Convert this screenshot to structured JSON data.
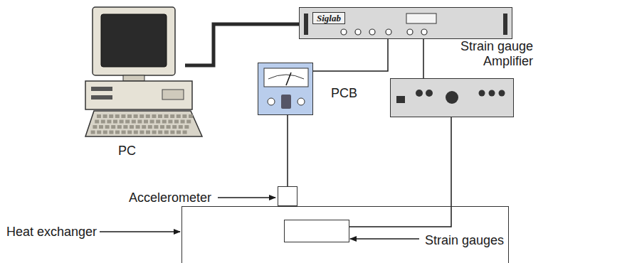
{
  "diagram": {
    "nodes": [
      {
        "text": [
          "PC"
        ]
      },
      {
        "text": [
          "Siglab"
        ]
      },
      {
        "text": [
          "PCB"
        ]
      },
      {
        "text": [
          "Strain gauge Amplifier"
        ]
      },
      {
        "text": [
          "Accelerometer"
        ]
      },
      {
        "text": [
          "Heat exchanger"
        ]
      },
      {
        "text": [
          "Strain gauges"
        ],
        "in": 5
      }
    ],
    "edges": [
      {
        "from": 0,
        "to": 1,
        "arrow": "none"
      },
      {
        "from": 1,
        "to": 2,
        "arrow": "none"
      },
      {
        "from": 1,
        "to": 3,
        "arrow": "none"
      },
      {
        "from": 2,
        "to": 4,
        "arrow": "none"
      },
      {
        "from": 3,
        "to": 6,
        "arrow": "none"
      }
    ]
  }
}
